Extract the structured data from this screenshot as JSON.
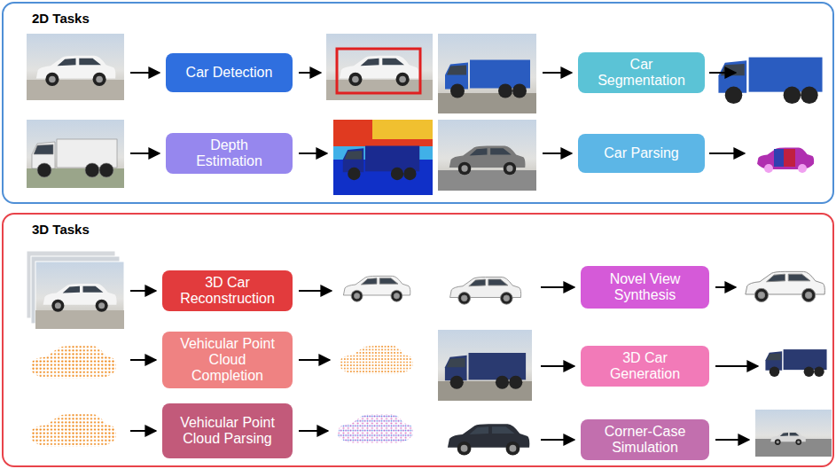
{
  "diagram": {
    "nodes": [
      {
        "text": [
          "2D Tasks"
        ]
      },
      {
        "text": [
          "Car Detection"
        ],
        "in": 0
      },
      {
        "text": [
          "Car Segmentation"
        ],
        "in": 0
      },
      {
        "text": [
          "Depth Estimation"
        ],
        "in": 0
      },
      {
        "text": [
          "Car Parsing"
        ],
        "in": 0
      },
      {
        "text": [
          "3D Tasks"
        ]
      },
      {
        "text": [
          "3D Car Reconstruction"
        ],
        "in": 5
      },
      {
        "text": [
          "Novel View Synthesis"
        ],
        "in": 5
      },
      {
        "text": [
          "Vehicular Point Cloud Completion"
        ],
        "in": 5
      },
      {
        "text": [
          "3D Car Generation"
        ],
        "in": 5
      },
      {
        "text": [
          "Vehicular Point Cloud Parsing"
        ],
        "in": 5
      },
      {
        "text": [
          "Corner-Case Simulation"
        ],
        "in": 5
      }
    ]
  }
}
